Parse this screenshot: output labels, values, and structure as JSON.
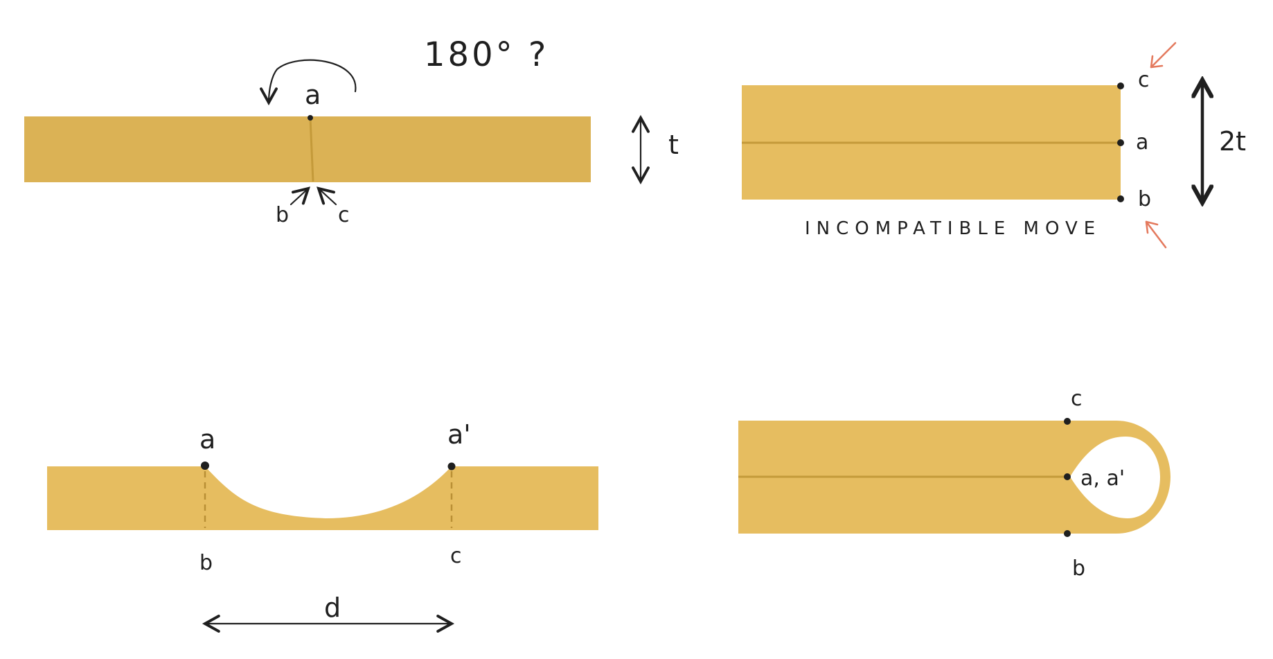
{
  "colors": {
    "strip_a": "#dbb255",
    "strip_b": "#e6bd60",
    "ink": "#1f1f1f",
    "crease": "#c49a3a",
    "warning_arrow": "#e47a5e"
  },
  "panel_1": {
    "angle": "180° ?",
    "point_a": "a",
    "point_b": "b",
    "point_c": "c",
    "thickness": "t"
  },
  "panel_2": {
    "point_c": "c",
    "point_a": "a",
    "point_b": "b",
    "thickness": "2t",
    "caption": "INCOMPATIBLE MOVE"
  },
  "panel_3": {
    "point_a": "a",
    "point_a_prime": "a'",
    "point_b": "b",
    "point_c": "c",
    "distance": "d"
  },
  "panel_4": {
    "point_c": "c",
    "point_aa": "a, a'",
    "point_b": "b"
  }
}
